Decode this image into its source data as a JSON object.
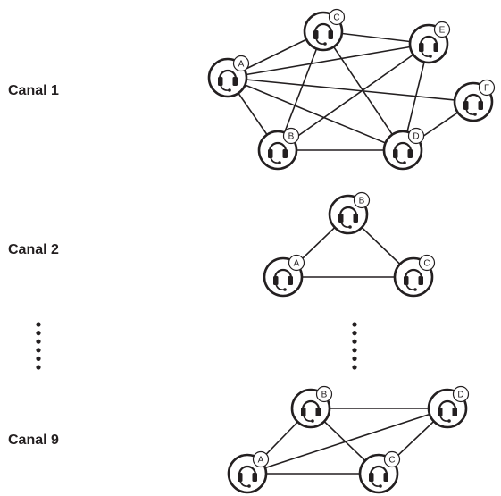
{
  "channels": [
    {
      "label": "Canal 1",
      "nodes": [
        "A",
        "B",
        "C",
        "D",
        "E",
        "F"
      ],
      "edges": [
        [
          "A",
          "B"
        ],
        [
          "A",
          "C"
        ],
        [
          "A",
          "D"
        ],
        [
          "A",
          "E"
        ],
        [
          "A",
          "F"
        ],
        [
          "B",
          "C"
        ],
        [
          "B",
          "D"
        ],
        [
          "B",
          "E"
        ],
        [
          "C",
          "D"
        ],
        [
          "C",
          "E"
        ],
        [
          "D",
          "E"
        ],
        [
          "D",
          "F"
        ]
      ]
    },
    {
      "label": "Canal 2",
      "nodes": [
        "A",
        "B",
        "C"
      ],
      "edges": [
        [
          "A",
          "B"
        ],
        [
          "B",
          "C"
        ],
        [
          "A",
          "C"
        ]
      ]
    },
    {
      "label": "Canal 9",
      "nodes": [
        "A",
        "B",
        "C",
        "D"
      ],
      "edges": [
        [
          "A",
          "B"
        ],
        [
          "A",
          "C"
        ],
        [
          "A",
          "D"
        ],
        [
          "B",
          "C"
        ],
        [
          "B",
          "D"
        ],
        [
          "C",
          "D"
        ]
      ]
    }
  ],
  "icons": {
    "node": "headset-icon",
    "ellipsis": "vertical-ellipsis-icon"
  },
  "colors": {
    "ink": "#231f20",
    "background": "#ffffff"
  }
}
